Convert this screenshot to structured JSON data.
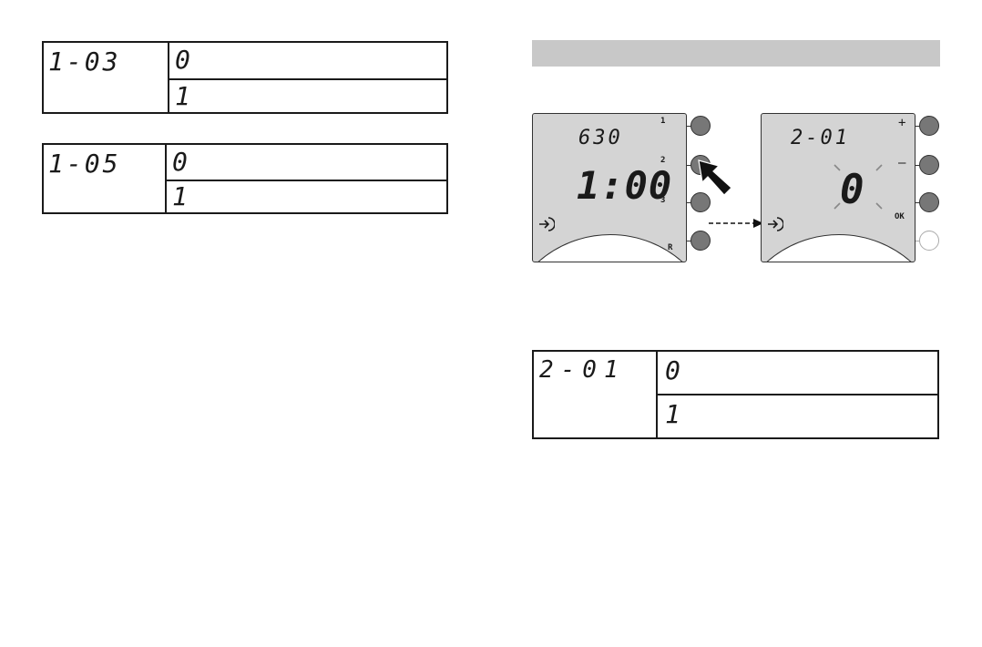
{
  "param_tables": [
    {
      "code": "1-03",
      "options": [
        "0",
        "1"
      ]
    },
    {
      "code": "1-05",
      "options": [
        "0",
        "1"
      ]
    },
    {
      "code": "2-01",
      "options": [
        "0",
        "1"
      ]
    }
  ],
  "section_bar": {
    "color": "#c8c8c8"
  },
  "display_left": {
    "top_value": "630",
    "main_value": "1:00",
    "buttons": [
      "1",
      "2",
      "3",
      "R"
    ],
    "icon": "enter-arrow-icon"
  },
  "display_right": {
    "top_value": "2-01",
    "main_value": "0",
    "buttons": [
      "+",
      "–",
      "OK",
      ""
    ],
    "icon": "enter-arrow-icon"
  },
  "colors": {
    "lcd": "#d4d4d4",
    "button": "#777777",
    "ink": "#1a1a1a"
  }
}
